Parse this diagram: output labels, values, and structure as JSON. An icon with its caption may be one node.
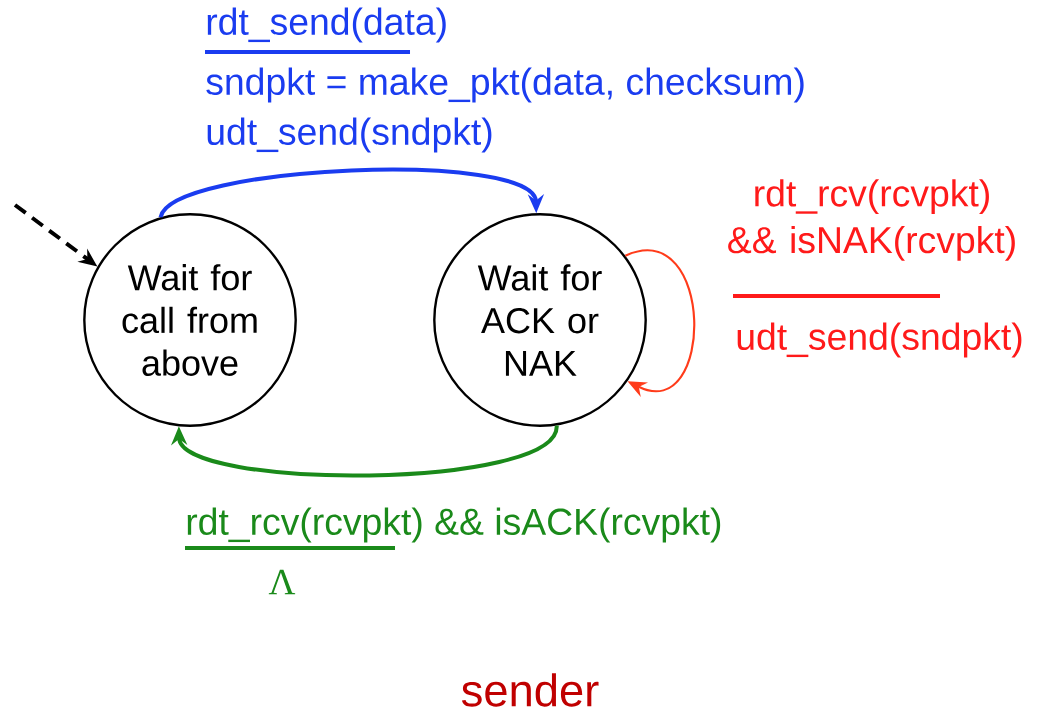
{
  "diagram": {
    "caption": "sender",
    "nodes": [
      {
        "text": [
          "Wait for call from above"
        ]
      },
      {
        "text": [
          "Wait for ACK or NAK"
        ]
      }
    ],
    "edges": [
      {
        "from": null,
        "to": 0,
        "arrow": "to",
        "style": "dashed",
        "color": "#000000"
      },
      {
        "from": 0,
        "to": 1,
        "arrow": "to",
        "color": "#1a3cf0"
      },
      {
        "from": 1,
        "to": 1,
        "arrow": "to",
        "color": "#ff3b1a"
      },
      {
        "from": 1,
        "to": 0,
        "arrow": "to",
        "color": "#1a8a1a"
      }
    ],
    "labels": [
      "rdt_send(data)",
      "sndpkt = make_pkt(data, checksum)",
      "udt_send(sndpkt)",
      "rdt_rcv(rcvpkt) && isNAK(rcvpkt)",
      "udt_send(sndpkt)",
      "rdt_rcv(rcvpkt) && isACK(rcvpkt)",
      "Λ"
    ]
  }
}
